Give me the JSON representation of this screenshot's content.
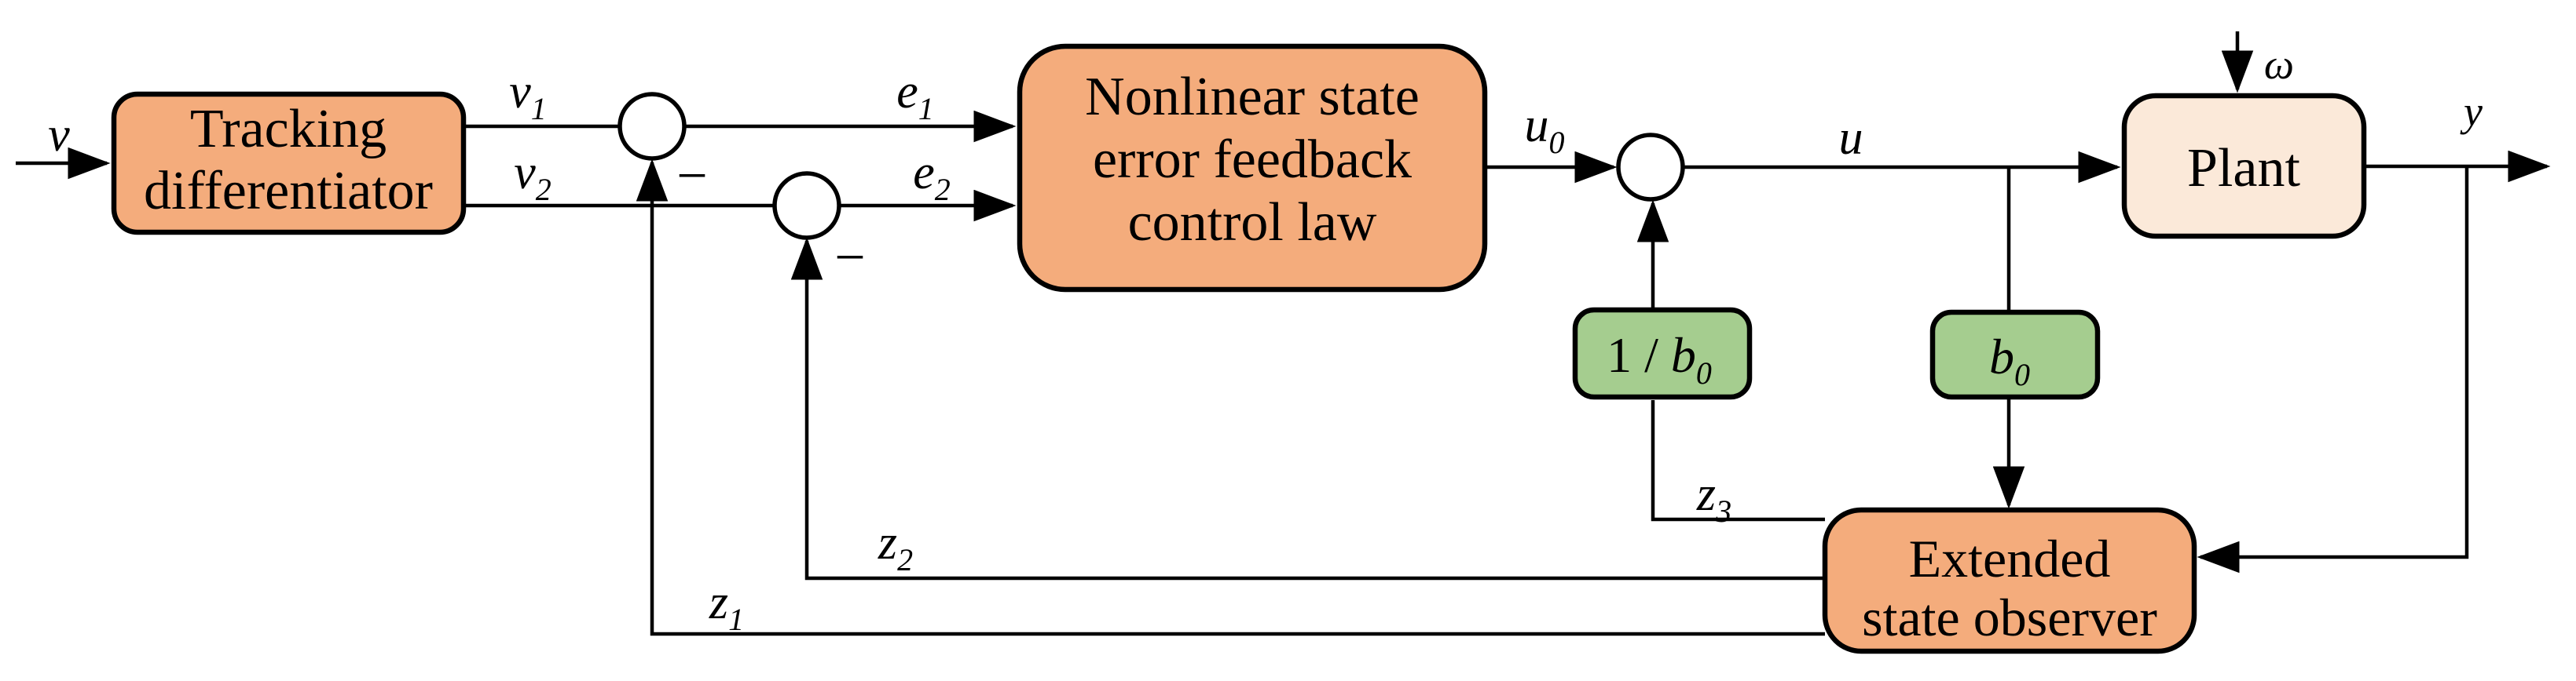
{
  "colors": {
    "block_orange": "#F4AC7C",
    "block_peach": "#FBE9D9",
    "block_green": "#A5CD8F",
    "junction_fill": "#ffffff",
    "line": "#000000"
  },
  "blocks": {
    "tracking_differentiator": {
      "line1": "Tracking",
      "line2": "differentiator"
    },
    "nonlinear_sefc": {
      "line1": "Nonlinear state",
      "line2": "error feedback",
      "line3": "control law"
    },
    "plant": {
      "label": "Plant"
    },
    "inv_b0": {
      "pre": "1 / ",
      "main": "b",
      "sub": "0"
    },
    "b0": {
      "main": "b",
      "sub": "0"
    },
    "extended_state_observer": {
      "line1": "Extended",
      "line2": "state observer"
    }
  },
  "labels": {
    "v": {
      "main": "v",
      "sub": ""
    },
    "v1": {
      "main": "v",
      "sub": "1"
    },
    "v2": {
      "main": "v",
      "sub": "2"
    },
    "e1": {
      "main": "e",
      "sub": "1"
    },
    "e2": {
      "main": "e",
      "sub": "2"
    },
    "u0": {
      "main": "u",
      "sub": "0"
    },
    "u": {
      "main": "u",
      "sub": ""
    },
    "omega": {
      "main": "ω",
      "sub": ""
    },
    "y": {
      "main": "y",
      "sub": ""
    },
    "z1": {
      "main": "z",
      "sub": "1"
    },
    "z2": {
      "main": "z",
      "sub": "2"
    },
    "z3": {
      "main": "z",
      "sub": "3"
    },
    "minus": "−"
  }
}
